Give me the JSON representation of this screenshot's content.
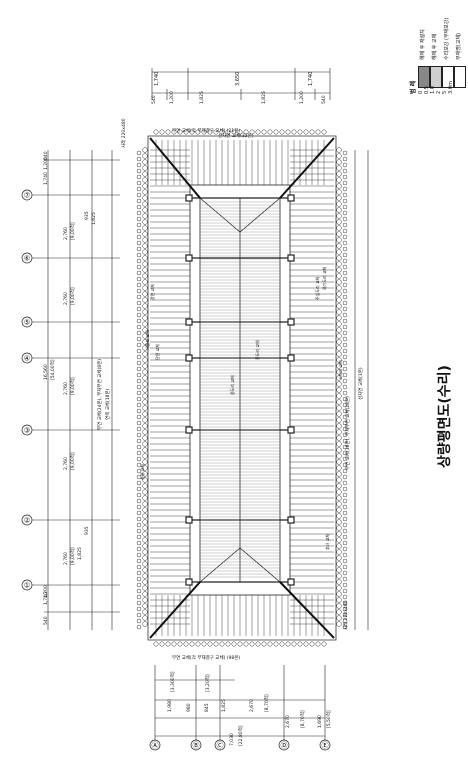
{
  "title": "상량평면도(수리)",
  "legend": {
    "heading": "범 례",
    "items": [
      {
        "label": "해체 후 재설치",
        "fill": "#888888"
      },
      {
        "label": "해체 후 교체",
        "fill": "#cfcfcf"
      },
      {
        "label": "수리보강 (부재보강)",
        "fill": "#ffffff"
      },
      {
        "label": "부재명(교체)",
        "fill": "#ffffff"
      }
    ],
    "scale_labels": [
      "0",
      "0.5",
      "1.0",
      "2",
      "5",
      "3.0m"
    ]
  },
  "axes": {
    "bays": [
      "①",
      "②",
      "③",
      "④",
      "⑤",
      "⑥",
      "⑦"
    ],
    "rows": [
      "Ⓐ",
      "Ⓑ",
      "Ⓒ",
      "Ⓓ",
      "Ⓔ"
    ]
  },
  "dims_top": {
    "row1": [
      "1,740",
      "3,650",
      "1,740"
    ],
    "row2": [
      "540",
      "1,200",
      "1,825",
      "1,825",
      "1,200",
      "540"
    ]
  },
  "dims_bottom": {
    "row1": [
      "[3,300척]",
      "[3,20척]"
    ],
    "row2": [
      "1,980",
      "980",
      "845",
      "1,825",
      "2,670",
      "[8,70척]",
      "2,670",
      "[8,70척]"
    ],
    "row3": [
      "1,690",
      "[5,50척]",
      "7,030",
      "[22,80척]"
    ]
  },
  "dims_left": {
    "pitches": [
      "1,740",
      "540",
      "1,200",
      "2,760",
      "[9,00척]",
      "935",
      "2,760",
      "[9,00척]",
      "16,560",
      "[54,00척]",
      "2,760",
      "[9,00척]",
      "2,760",
      "[9,00척]",
      "935",
      "2,760",
      "[9,00척]",
      "1,740",
      "1,200",
      "540"
    ],
    "extra": [
      "1,825",
      "1,625"
    ]
  },
  "annotations": {
    "top_note": "부연 교체(각 부재결구 교체) (21본)",
    "top_note2": "선자연 교체(32본)",
    "bottom_note": "부연 교체(각 부재결구 교체) (98본)",
    "left_note": "부연 교체(24본), 부재부연 교체(8본)",
    "left_note2": "연목 교체(18본)",
    "right_note": "부연 교체(38본), 부재부연 교체(28본)",
    "right_note2": "선자연 교체(1본)",
    "corner_tl": "사래 220x480",
    "corner_bl": "사래 220x480",
    "labels": [
      "장연 교체",
      "단연 교체",
      "종도리 교체",
      "중도리 교체",
      "주심도리 교체",
      "외기도리 교체",
      "추녀 교체",
      "서까래 교체",
      "충량 교체",
      "대들보 교체"
    ]
  }
}
